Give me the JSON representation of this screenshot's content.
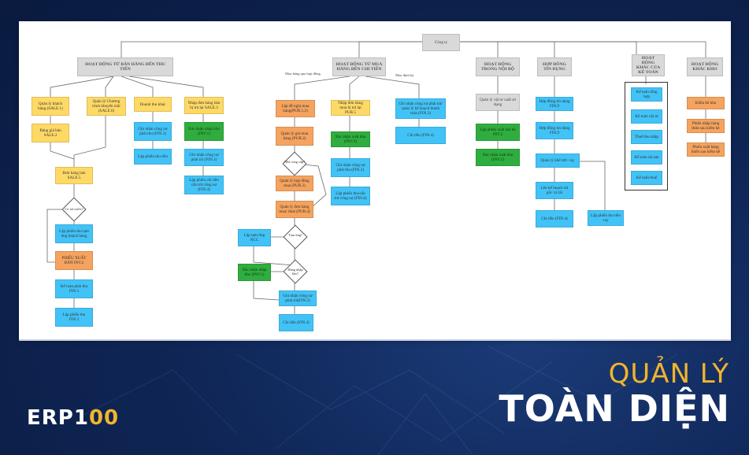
{
  "diagram": {
    "root": "Công ty",
    "headers": {
      "sales": "HOẠT ĐỘNG TỪ BÁN HÀNG ĐẾN THU TIỀN",
      "purchase": "HOẠT ĐỘNG TỪ MUA HÀNG ĐẾN CHI TIỀN",
      "internal": "HOẠT ĐỘNG TRONG NỘI BỘ",
      "credit": "HỢP ĐỒNG TÍN DỤNG",
      "accounting": "HOẠT ĐỘNG KHÁC CỦA KẾ TOÁN",
      "warehouse": "HOẠT ĐỘNG KHÁC KHO"
    },
    "sales": {
      "n1": "Quản lý khách hàng (SALE.1)",
      "n2": "Quản lý Chương trình khuyến mãi (SALE.6)",
      "n3": "Doanh thu khác",
      "n4": "Nhập đơn hàng bán bị trả lại SALE.3",
      "n5": "Bảng giá bán SALE.2",
      "n6": "Ghi nhận công nợ phải thu (FIN.3)",
      "n7": "Lập phiếu thu tiền",
      "n8": "Xác nhận nhập kho (INV.1)",
      "n9": "Ghi nhận công nợ phải trả (FIN.3)",
      "n10": "Lập phiếu chi tiền cấn trừ công nợ (FIN.4)",
      "n11": "Đơn hàng bán SALE.5",
      "d1": "Có trả trước?",
      "n12": "Lập phiếu thu tạm ứng khách hàng",
      "n13": "PHIẾU XUẤT BÁN INV.2",
      "n14": "Kế toán phải thu FIN.3",
      "n15": "Lập phiếu thu FIN.3"
    },
    "purchase": {
      "lbl1": "Mua hàng qua hợp đồng",
      "lbl2": "Mua định kỳ",
      "n1": "Lập đề nghị mua hàng(PUR.1,2)",
      "n2": "Nhập đơn hàng mua bị trả lại PUR.5",
      "n3": "Ghi nhận công nợ phải trả/ quản lý kế hoạch thanh toán (FIN.3)",
      "n4": "Quản lý giá mua hàng (PUR.2)",
      "n5": "Xác nhận xuất kho (INV.2)",
      "n6": "Chi tiền (FIN.4)",
      "d1": "Nhà cung cấp?",
      "n7": "Ghi nhận công nợ phải thu (FIN.3)",
      "n8": "Quản lý hợp đồng mua (PUR.3)",
      "n9": "Lập phiếu thu/cấn trừ công nợ (FIN.4)",
      "n10": "Quản lý đơn hàng mua/ thuê (PUR.4)",
      "n11": "Lập tạm ứng NCC",
      "d2": "Tạm ứng?",
      "n12": "Xác nhận nhập kho (INV.1)",
      "d3": "Hàng nhập kho?",
      "n13": "Ghi nhận công nợ phải trả(FIN.3)",
      "n14": "Chi tiền (FIN.4)"
    },
    "internal": {
      "n1": "Quản lý vật tư xuất sử dụng",
      "n2": "Lập phiếu xuất nội bộ INV.2",
      "n3": "Xác nhận xuất kho (INV.2)"
    },
    "credit": {
      "n1": "Hợp đồng tín dụng FIN.9",
      "n2": "Hợp đồng tín dụng FIN.9",
      "n3": "Quản lý khế ước vay",
      "n4": "Lên kế hoạch trả gốc và lãi",
      "n5": "Chi tiền (FIN.4)",
      "n6": "Lập phiếu thu tiền vay"
    },
    "accounting": {
      "n1": "Kế toán tổng hợp",
      "n2": "Kế toán vật tư",
      "n3": "Thuế thu nhập",
      "n4": "Kế toán tài sản",
      "n5": "Kế toán thuế"
    },
    "warehouse": {
      "n1": "Kiểm kê kho",
      "n2": "Phiếu nhập hàng thừa sau kiểm kê",
      "n3": "Phiếu xuất hàng thiếu sau kiểm kê"
    }
  },
  "branding": {
    "title_line1": "QUẢN LÝ",
    "title_line2": "TOÀN DIỆN",
    "logo_part1": "ERP1",
    "logo_part2": "00"
  },
  "colors": {
    "background": "#0f2656",
    "accent": "#f1b52c",
    "node_yellow": "#ffd966",
    "node_orange": "#f5a35e",
    "node_blue": "#42c3f7",
    "node_green": "#2fae3f",
    "node_gray": "#d9d9d9"
  }
}
